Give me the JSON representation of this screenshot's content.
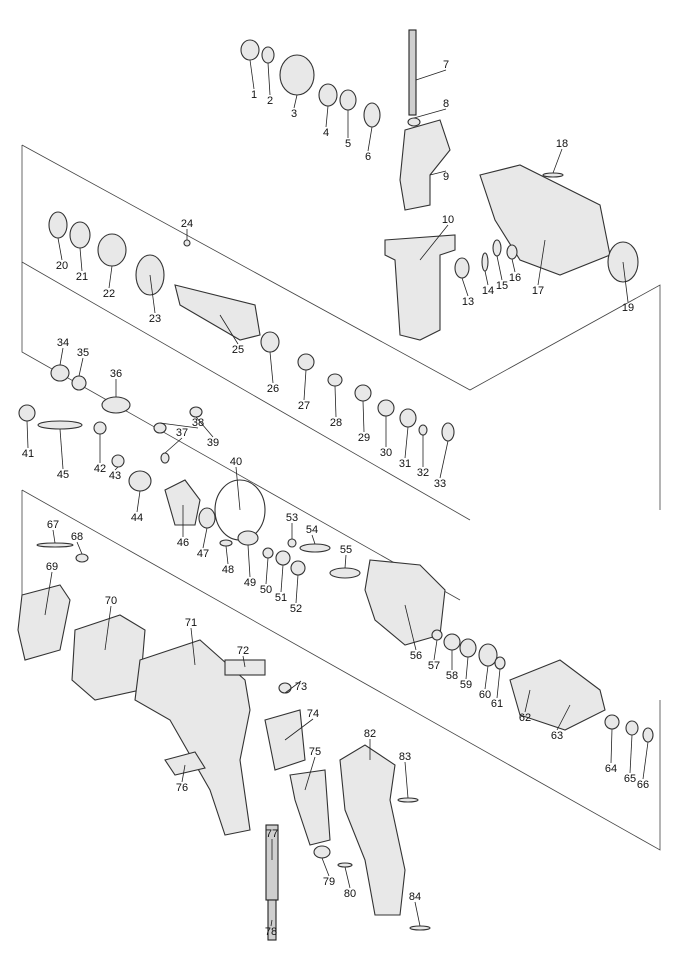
{
  "diagram": {
    "type": "exploded-parts-diagram",
    "part_labels": [
      "1",
      "2",
      "3",
      "4",
      "5",
      "6",
      "7",
      "8",
      "9",
      "10",
      "13",
      "14",
      "15",
      "16",
      "17",
      "18",
      "19",
      "20",
      "21",
      "22",
      "23",
      "24",
      "25",
      "26",
      "27",
      "28",
      "29",
      "30",
      "31",
      "32",
      "33",
      "34",
      "35",
      "36",
      "37",
      "38",
      "39",
      "40",
      "41",
      "42",
      "43",
      "44",
      "45",
      "46",
      "47",
      "48",
      "49",
      "50",
      "51",
      "52",
      "53",
      "54",
      "55",
      "56",
      "57",
      "58",
      "59",
      "60",
      "61",
      "62",
      "63",
      "64",
      "65",
      "66",
      "67",
      "68",
      "69",
      "70",
      "71",
      "72",
      "73",
      "74",
      "75",
      "76",
      "77",
      "78",
      "79",
      "80",
      "82",
      "83",
      "84"
    ]
  }
}
